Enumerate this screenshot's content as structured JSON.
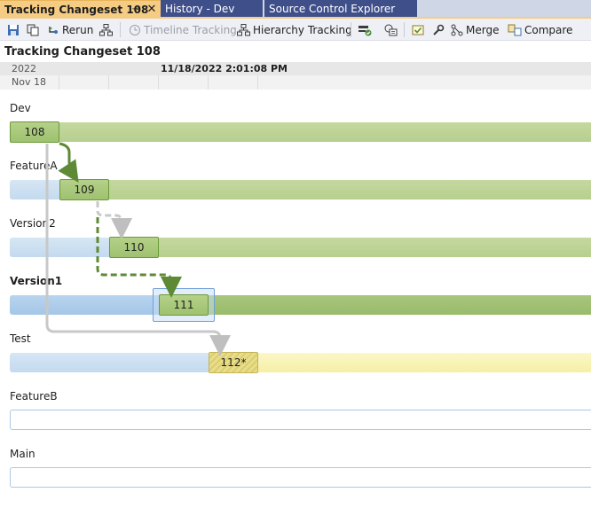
{
  "tabs": [
    {
      "label": "Tracking Changeset 108",
      "active": true
    },
    {
      "label": "History - Dev",
      "active": false
    },
    {
      "label": "Source Control Explorer",
      "active": false
    }
  ],
  "toolbar": {
    "rerun_label": "Rerun",
    "timeline_label": "Timeline Tracking",
    "hierarchy_label": "Hierarchy Tracking",
    "merge_label": "Merge",
    "compare_label": "Compare"
  },
  "page": {
    "title": "Tracking Changeset 108"
  },
  "timeline": {
    "year": "2022",
    "date": "Nov 18",
    "timestamp": "11/18/2022 2:01:08 PM"
  },
  "branches": [
    {
      "name": "Dev",
      "changeset": "108"
    },
    {
      "name": "FeatureA",
      "changeset": "109"
    },
    {
      "name": "Version2",
      "changeset": "110"
    },
    {
      "name": "Version1",
      "changeset": "111"
    },
    {
      "name": "Test",
      "changeset": "112*"
    },
    {
      "name": "FeatureB",
      "changeset": ""
    },
    {
      "name": "Main",
      "changeset": ""
    }
  ],
  "colors": {
    "accent_tab": "#f5cc84",
    "tab_inactive": "#3f4f8a",
    "merge_arrow": "#5e8a36",
    "pending_arrow": "#bfbfbf"
  }
}
